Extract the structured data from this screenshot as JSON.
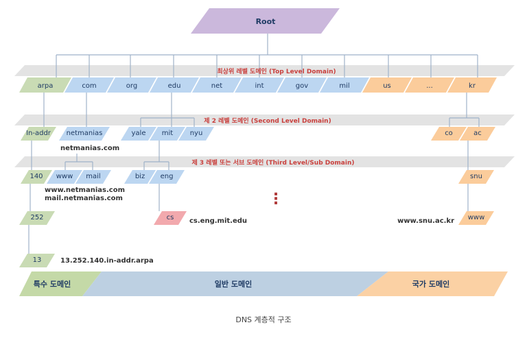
{
  "root": {
    "label": "Root"
  },
  "levels": {
    "top": "최상위 레벨 도메인 (Top Level Domain)",
    "second": "제 2 레벨 도메인 (Second Level Domain)",
    "third": "제 3 레벨 또는 서브 도메인 (Third Level/Sub Domain)"
  },
  "tld": [
    "arpa",
    "com",
    "org",
    "edu",
    "net",
    "int",
    "gov",
    "mil",
    "us",
    "...",
    "kr"
  ],
  "second": {
    "inaddr": "In-addr",
    "netmanias": "netmanias",
    "yale": "yale",
    "mit": "mit",
    "nyu": "nyu",
    "co": "co",
    "ac": "ac"
  },
  "third": {
    "n140": "140",
    "www": "www",
    "mail": "mail",
    "biz": "biz",
    "eng": "eng",
    "snu": "snu"
  },
  "fourth": {
    "n252": "252",
    "cs": "cs",
    "www": "www"
  },
  "fifth": {
    "n13": "13"
  },
  "annotations": {
    "netmanias_fqdn": "netmanias.com",
    "www_fqdn": "www.netmanias.com",
    "mail_fqdn": "mail.netmanias.com",
    "cs_fqdn": "cs.eng.mit.edu",
    "snu_fqdn": "www.snu.ac.kr",
    "arpa_fqdn": "13.252.140.in-addr.arpa"
  },
  "ellipsis": "⋮",
  "bottom": {
    "special": "특수 도메인",
    "general": "일반 도메인",
    "country": "국가 도메인"
  },
  "caption": "DNS 계층적 구조",
  "colors": {
    "green": "#c9dbb4",
    "blue": "#bcd6f1",
    "orange": "#fbcc9b",
    "pink": "#f2a9ad",
    "purple": "#cbb8dc",
    "plane": "#e3e3e3",
    "red_label": "#c9403d",
    "text": "#1f3b64",
    "bottom_green": "#c4d9a7",
    "bottom_blue": "#bdd0e2",
    "bottom_orange": "#fbd1a4"
  }
}
